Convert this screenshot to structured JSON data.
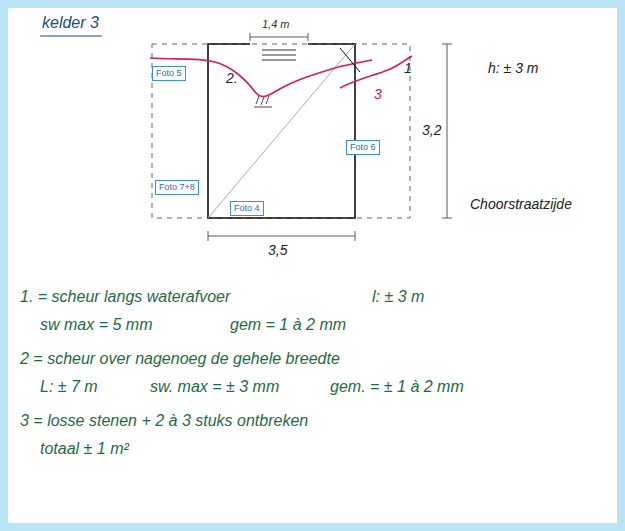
{
  "diagram": {
    "title": "kelder 3",
    "nodes": [
      {
        "text": [
          "Foto 5"
        ]
      },
      {
        "text": [
          "Foto 6"
        ]
      },
      {
        "text": [
          "Foto 7+8"
        ]
      },
      {
        "text": [
          "Foto 4"
        ]
      }
    ],
    "labels": [
      "1,4 m",
      "2.",
      "3",
      "1",
      "3,2",
      "3,5",
      "h: ± 3 m",
      "Choorstraatzijde",
      "1. = scheur langs waterafvoer",
      "l: ± 3 m",
      "sw max = 5 mm",
      "gem = 1 à 2 mm",
      "2 = scheur over nagenoeg de gehele breedte",
      "L: ± 7 m",
      "sw. max = ± 3 mm",
      "gem. = ± 1 à 2 mm",
      "3 = losse stenen + 2 à 3 stuks ontbreken",
      "totaal ± 1 m²"
    ]
  }
}
